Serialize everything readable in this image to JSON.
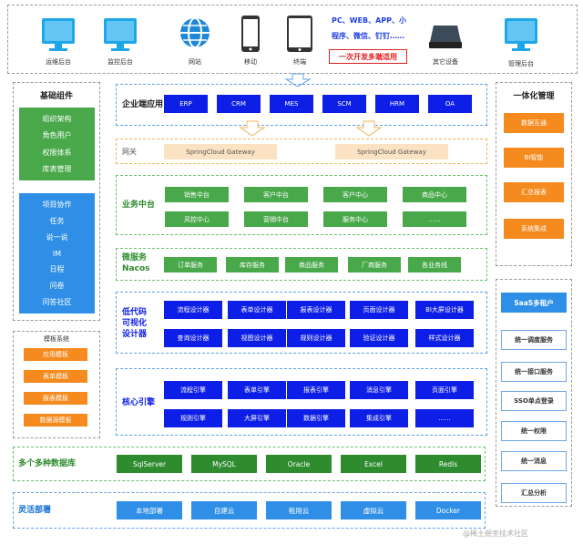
{
  "top": {
    "icons": [
      {
        "label": "运维后台",
        "icon": "monitor-icon"
      },
      {
        "label": "监控后台",
        "icon": "monitor-icon"
      },
      {
        "label": "网站",
        "icon": "globe-icon"
      },
      {
        "label": "移动",
        "icon": "phone-icon"
      },
      {
        "label": "终端",
        "icon": "tablet-icon"
      },
      {
        "label": "其它设备",
        "icon": "device-icon"
      },
      {
        "label": "管理后台",
        "icon": "monitor-icon"
      }
    ],
    "platforms_line1": "PC、WEB、APP、小",
    "platforms_line2": "程序、微信、钉钉……",
    "slogan": "一次开发多端适用"
  },
  "left": {
    "basic_title": "基础组件",
    "basic_items": [
      "组织架构",
      "角色用户",
      "权限体系",
      "库表管理"
    ],
    "collab_items": [
      "项目协作",
      "任务",
      "说一说",
      "IM",
      "日程",
      "问卷",
      "问答社区"
    ],
    "template_title": "模板系统",
    "template_items": [
      "应用模板",
      "表单模板",
      "报表模板",
      "数据源模板"
    ]
  },
  "enterprise": {
    "title": "企业端应用",
    "apps": [
      "ERP",
      "CRM",
      "MES",
      "SCM",
      "HRM",
      "OA"
    ]
  },
  "gateway": {
    "title": "网关",
    "items": [
      "SpringCloud Gateway",
      "SpringCloud Gateway"
    ]
  },
  "business": {
    "title": "业务中台",
    "items": [
      "销售中台",
      "客户中台",
      "客户中心",
      "商品中心",
      "风控中心",
      "营销中台",
      "服务中心",
      "......"
    ]
  },
  "microservice": {
    "title_line1": "微服务",
    "title_line2": "Nacos",
    "items": [
      "订单服务",
      "库存服务",
      "商品服务",
      "厂商服务",
      "各业务线"
    ]
  },
  "lowcode": {
    "title_line1": "低代码",
    "title_line2": "可视化",
    "title_line3": "设计器",
    "items": [
      "流程设计器",
      "表单设计器",
      "报表设计器",
      "页面设计器",
      "BI大屏设计器",
      "查询设计器",
      "视图设计器",
      "规则设计器",
      "验证设计器",
      "样式设计器"
    ]
  },
  "engine": {
    "title": "核心引擎",
    "items": [
      "流程引擎",
      "表单引擎",
      "报表引擎",
      "消息引擎",
      "页面引擎",
      "规则引擎",
      "大屏引擎",
      "数据引擎",
      "集成引擎",
      "......"
    ]
  },
  "database": {
    "title": "多个多种数据库",
    "items": [
      "SqlServer",
      "MySQL",
      "Oracle",
      "Excel",
      "Redis"
    ]
  },
  "deploy": {
    "title": "灵活部署",
    "items": [
      "本地部署",
      "自建云",
      "租用云",
      "虚拟云",
      "Docker"
    ]
  },
  "right": {
    "integ_title": "一体化管理",
    "integ_items": [
      "数据互通",
      "BI智能",
      "汇总报表",
      "系统集成"
    ],
    "saas": "SaaS多租户",
    "saas_items": [
      "统一调度服务",
      "统一接口服务",
      "SSO单点登录",
      "统一权限",
      "统一消息",
      "汇总分析"
    ]
  },
  "watermark": "@稀土掘金技术社区",
  "colors": {
    "blue": "#0d1ee6",
    "green": "#48a84a",
    "orange": "#f58a1f",
    "light_blue": "#2f8fe6",
    "red": "#e02020"
  }
}
